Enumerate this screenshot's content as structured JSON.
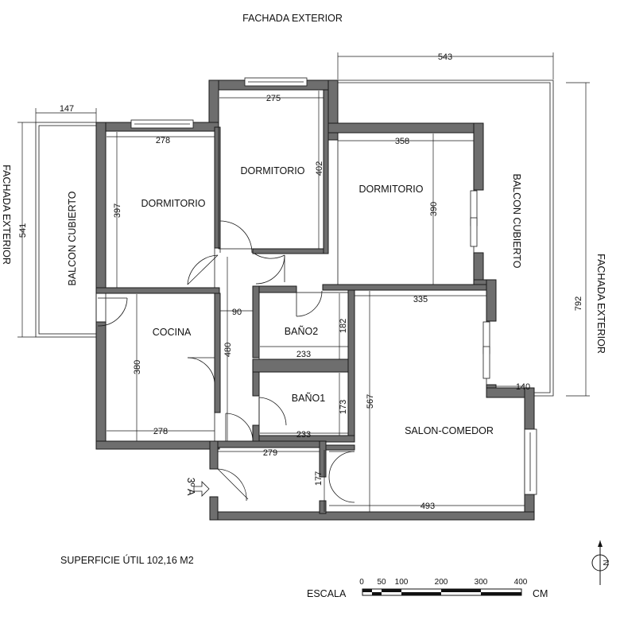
{
  "facades": {
    "top": "FACHADA EXTERIOR",
    "left": "FACHADA EXTERIOR",
    "right": "FACHADA EXTERIOR"
  },
  "rooms": {
    "dorm_left": "DORMITORIO",
    "dorm_mid": "DORMITORIO",
    "dorm_right": "DORMITORIO",
    "balcon_left": "BALCON CUBIERTO",
    "balcon_right": "BALCON CUBIERTO",
    "cocina": "COCINA",
    "bano2": "BAÑO2",
    "bano1": "BAÑO1",
    "salon": "SALON-COMEDOR"
  },
  "dims": {
    "d543": "543",
    "d147": "147",
    "d275": "275",
    "d278_top": "278",
    "d358": "358",
    "d541": "541",
    "d397": "397",
    "d402": "402",
    "d390": "390",
    "d792": "792",
    "d90": "90",
    "d335": "335",
    "d182": "182",
    "d233_top": "233",
    "d480": "480",
    "d380": "380",
    "d140": "140",
    "d567": "567",
    "d173": "173",
    "d233_bot": "233",
    "d278_bot": "278",
    "d279": "279",
    "d177": "177",
    "d493": "493"
  },
  "entrance": "3º A",
  "surface": "SUPERFICIE ÚTIL 102,16 M2",
  "scale": {
    "label": "ESCALA",
    "unit": "CM",
    "ticks": [
      "0",
      "50",
      "100",
      "200",
      "300",
      "400"
    ]
  },
  "north": "N"
}
